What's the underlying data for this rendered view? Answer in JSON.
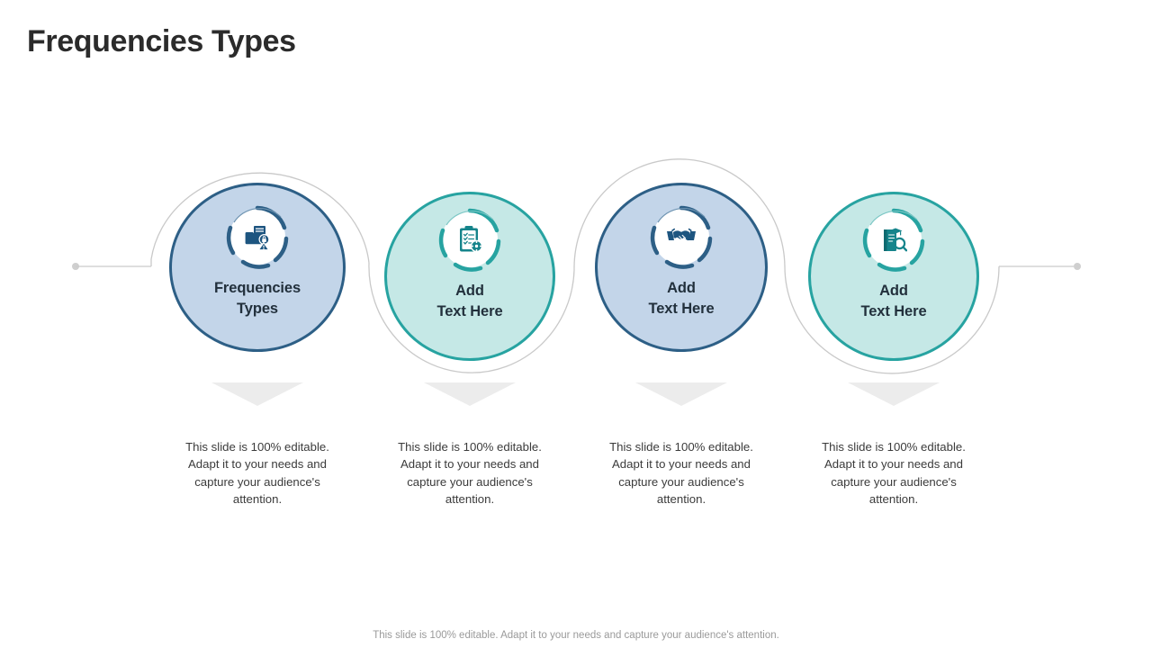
{
  "slide": {
    "title": "Frequencies Types",
    "footer": "This slide is 100% editable. Adapt it to your needs and capture your audience's attention."
  },
  "theme": {
    "blue_fill": "#c3d5e9",
    "blue_stroke": "#2d5f86",
    "teal_fill": "#c5e8e6",
    "teal_stroke": "#27a3a1",
    "label_color": "#22303c",
    "desc_color": "#3b3b3b",
    "connector_color": "#c9c9c9",
    "chevron_color": "#ebebeb",
    "title_color": "#2b2b2b"
  },
  "nodes": [
    {
      "id": "node-1",
      "label_line1": "Frequencies",
      "label_line2": "Types",
      "icon": "folder-documents-lock-warning-icon",
      "color": "blue",
      "description": "This slide is 100% editable. Adapt it to your needs and capture your audience's attention."
    },
    {
      "id": "node-2",
      "label_line1": "Add",
      "label_line2": "Text Here",
      "icon": "clipboard-checklist-icon",
      "color": "teal",
      "description": "This slide is 100% editable. Adapt it to your needs and capture your audience's attention."
    },
    {
      "id": "node-3",
      "label_line1": "Add",
      "label_line2": "Text Here",
      "icon": "handshake-icon",
      "color": "blue",
      "description": "This slide is 100% editable. Adapt it to your needs and capture your audience's attention."
    },
    {
      "id": "node-4",
      "label_line1": "Add",
      "label_line2": "Text Here",
      "icon": "book-graduation-magnifier-icon",
      "color": "teal",
      "description": "This slide is 100% editable. Adapt it to your needs and capture your audience's attention."
    }
  ]
}
